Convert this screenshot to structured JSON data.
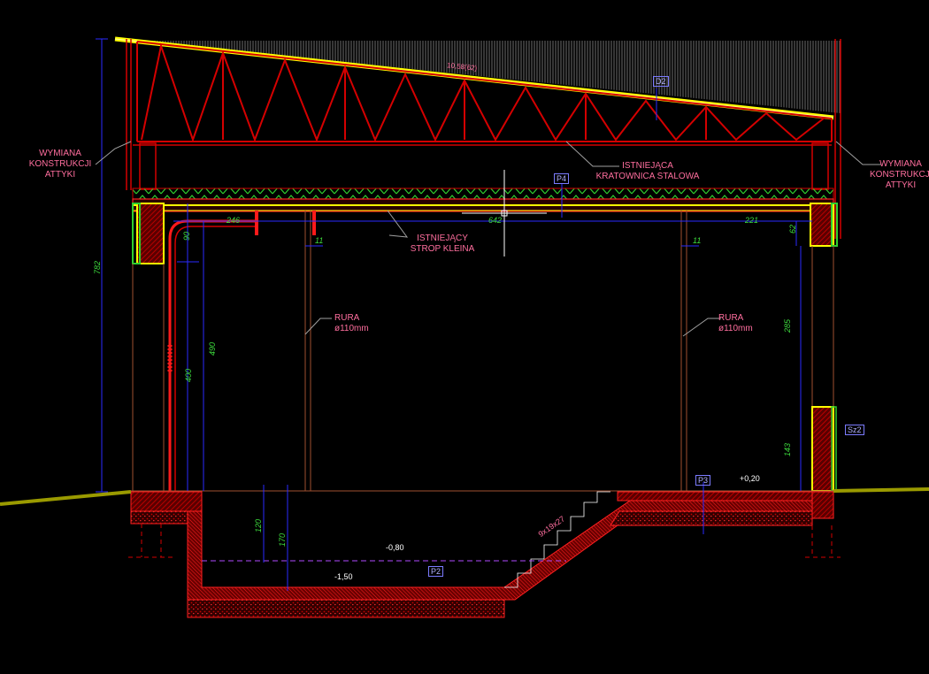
{
  "labels": {
    "attic_left": "WYMIANA\nKONSTRUKCJI\nATTYKI",
    "attic_right": "WYMIANA\nKONSTRUKCJI\nATTYKI",
    "truss": "ISTNIEJĄCA\nKRATOWNICA STALOWA",
    "klein": "ISTNIEJĄCY\nSTROP KLEINA",
    "pipe_left": "RURA\nø110mm",
    "pipe_right": "RURA\nø110mm",
    "roof_slope": "10,58(62)"
  },
  "tags": {
    "d2": "D2",
    "p4": "P4",
    "p3": "P3",
    "p2": "P2",
    "sz2": "Sz2"
  },
  "levels": {
    "plus020": "+0,20",
    "minus080": "-0,80",
    "minus150": "-1,50"
  },
  "dims": {
    "total_height": "782",
    "d246": "246",
    "d642": "642",
    "d221": "221",
    "d90": "90",
    "d62": "62",
    "d11a": "11",
    "d11b": "11",
    "d490": "490",
    "d400": "400",
    "d285": "285",
    "d143": "143",
    "d120": "120",
    "d170": "170",
    "stairs": "9x19x27"
  },
  "colors": {
    "background": "#000000",
    "structure_red": "#d40000",
    "roof_yellow": "#ffff00",
    "dimension_blue": "#2a2aff",
    "label_pink": "#ff6e9e",
    "dimension_text_green": "#3ddc3d",
    "insulation_green": "#2fd02f",
    "ground_olive": "#9a9a00"
  }
}
